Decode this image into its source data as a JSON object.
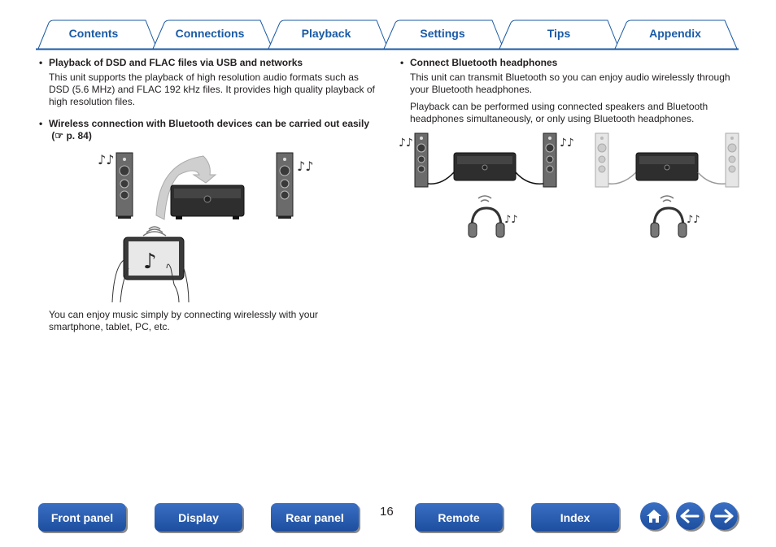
{
  "tabs": [
    {
      "label": "Contents"
    },
    {
      "label": "Connections"
    },
    {
      "label": "Playback"
    },
    {
      "label": "Settings"
    },
    {
      "label": "Tips"
    },
    {
      "label": "Appendix"
    }
  ],
  "left": {
    "item1_title": "Playback of DSD and FLAC files via USB and networks",
    "item1_text": "This unit supports the playback of high resolution audio formats such as DSD (5.6 MHz) and FLAC 192 kHz files. It provides high quality playback of high resolution files.",
    "item2_title": "Wireless connection with Bluetooth devices can be carried out easily",
    "item2_ref": "p. 84",
    "item2_caption": "You can enjoy music simply by connecting wirelessly with your smartphone, tablet, PC, etc."
  },
  "right": {
    "item_title": "Connect Bluetooth headphones",
    "text1": "This unit can transmit Bluetooth so you can enjoy audio wirelessly through your Bluetooth headphones.",
    "text2": "Playback can be performed using connected speakers and Bluetooth headphones simultaneously, or only using Bluetooth headphones."
  },
  "bottom_nav": {
    "front_panel": "Front panel",
    "display": "Display",
    "rear_panel": "Rear panel",
    "remote": "Remote",
    "index": "Index",
    "page_number": "16"
  },
  "icons": {
    "home": "home-icon",
    "back": "arrow-left-icon",
    "forward": "arrow-right-icon",
    "reference": "pointing-hand-icon"
  },
  "colors": {
    "tab_text": "#1a5aa5",
    "tab_line": "#1a5aa5",
    "button": "#1d4e9e"
  }
}
